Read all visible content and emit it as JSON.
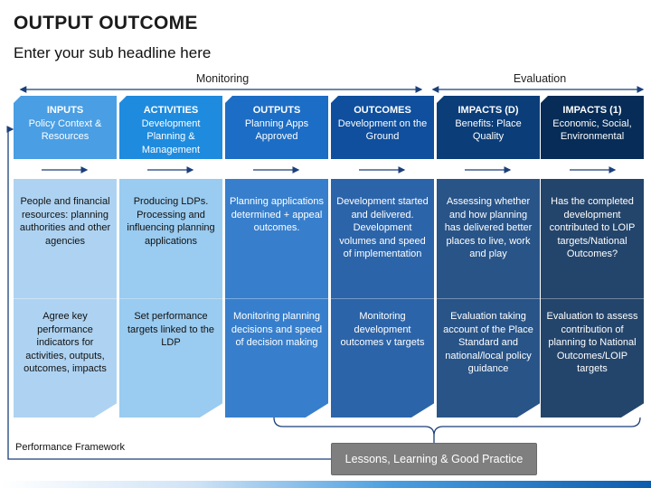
{
  "title": "OUTPUT OUTCOME",
  "subtitle": "Enter your sub headline here",
  "phases": {
    "monitoring": "Monitoring",
    "evaluation": "Evaluation"
  },
  "colors": {
    "c0": "#4a9ee3",
    "c1": "#1f8bde",
    "c2": "#1c6dc5",
    "c3": "#0f4f9d",
    "c4": "#0b3d78",
    "c5": "#062c57",
    "lessons_box": "#7f7f7f",
    "arrow": "#1a3f7a"
  },
  "columns": [
    {
      "title": "INPUTS",
      "subtitle": "Policy Context & Resources",
      "upper": "People and financial resources: planning authorities and other agencies",
      "lower": "Agree key performance indicators for activities, outputs, outcomes, impacts",
      "light": true
    },
    {
      "title": "ACTIVITIES",
      "subtitle": "Development Planning & Management",
      "upper": "Producing LDPs. Processing and influencing planning applications",
      "lower": "Set performance targets linked to the LDP",
      "light": true
    },
    {
      "title": "OUTPUTS",
      "subtitle": "Planning Apps Approved",
      "upper": "Planning applications determined + appeal outcomes.",
      "lower": "Monitoring planning decisions and speed of decision making",
      "light": false
    },
    {
      "title": "OUTCOMES",
      "subtitle": "Development on the Ground",
      "upper": "Development started and delivered. Development volumes and speed of implementation",
      "lower": "Monitoring development outcomes v targets",
      "light": false
    },
    {
      "title": "IMPACTS (D)",
      "subtitle": "Benefits: Place Quality",
      "upper": "Assessing whether and how planning has delivered better places to live, work and play",
      "lower": "Evaluation taking account of the Place Standard and national/local policy guidance",
      "light": false
    },
    {
      "title": "IMPACTS (1)",
      "subtitle": "Economic, Social, Environmental",
      "upper": "Has the completed development contributed to LOIP targets/National Outcomes?",
      "lower": "Evaluation to assess contribution of planning to National Outcomes/LOIP targets",
      "light": false
    }
  ],
  "lessons": "Lessons, Learning & Good Practice",
  "performance_framework": "Performance Framework"
}
